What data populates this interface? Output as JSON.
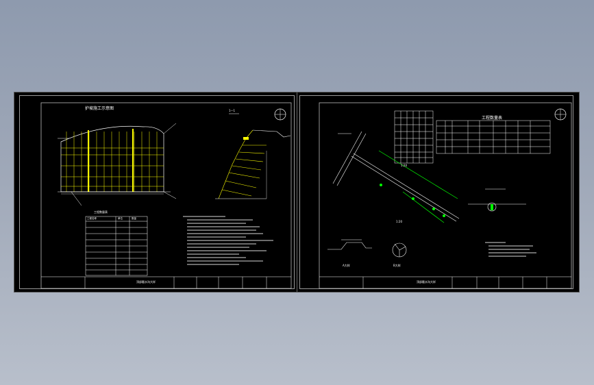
{
  "viewer": {
    "background_top": "#8e9aae",
    "background_bottom": "#b8bfcb",
    "model_space_color": "#000000"
  },
  "left_sheet": {
    "drawing_title": "护坡施工示意图",
    "section_label": "1—1",
    "table_title": "工程数量表",
    "table_headers": [
      "工程名称",
      "单位",
      "数量"
    ],
    "title_block_text": "顶部截水沟大样"
  },
  "right_sheet": {
    "table_title": "工程数量表",
    "scale_1": "1:20",
    "scale_2": "1:20",
    "detail_a": "A大样",
    "detail_b": "B大样",
    "title_block_text": "顶部截水沟大样"
  },
  "colors": {
    "yellow": "#ffff00",
    "green": "#00ff00",
    "white": "#ffffff",
    "frame": "#9a9a9a"
  }
}
